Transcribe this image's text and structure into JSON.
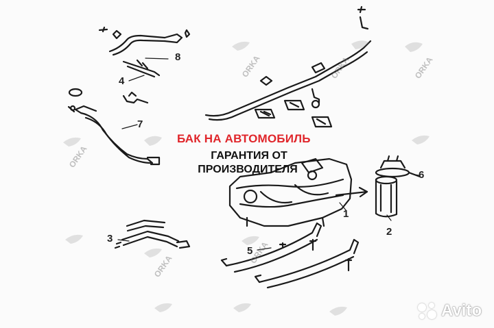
{
  "headline": "БАК НА АВТОМОБИЛЬ",
  "subtitle_line1": "ГАРАНТИЯ ОТ",
  "subtitle_line2": "ПРОИЗВОДИТЕЛЯ",
  "callouts": {
    "c1": "1",
    "c2": "2",
    "c3": "3",
    "c4": "4",
    "c5": "5",
    "c6": "6",
    "c7": "7",
    "c8": "8"
  },
  "watermark_brand": "ORKA",
  "marketplace_logo": "Avito",
  "colors": {
    "headline": "#e0262b",
    "line_art": "#1a1a1a",
    "background": "#fbfbfb"
  }
}
